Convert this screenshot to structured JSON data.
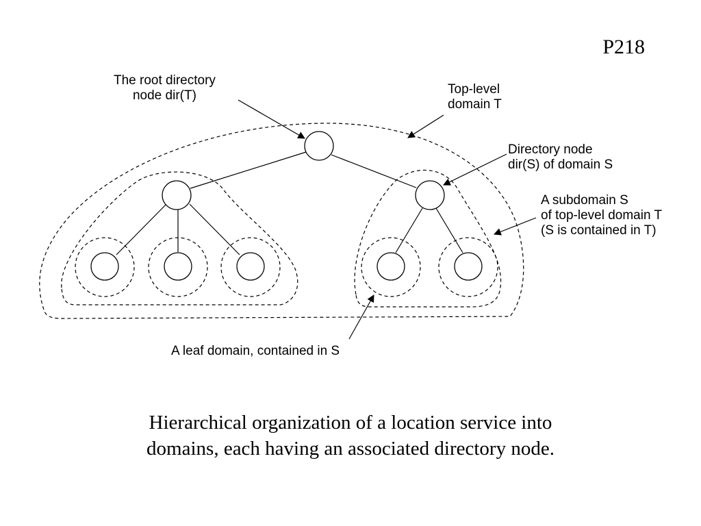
{
  "page_number": "P218",
  "labels": {
    "root_directory": "The root directory\nnode dir(T)",
    "top_level_domain": "Top-level\ndomain T",
    "directory_node_s": "Directory node\ndir(S) of domain S",
    "subdomain_s": "A subdomain S\nof top-level domain T\n(S is contained in T)",
    "leaf_domain": "A leaf domain, contained in S"
  },
  "caption": {
    "line1": "Hierarchical organization of a location service into",
    "line2": "domains, each having an associated directory node."
  }
}
